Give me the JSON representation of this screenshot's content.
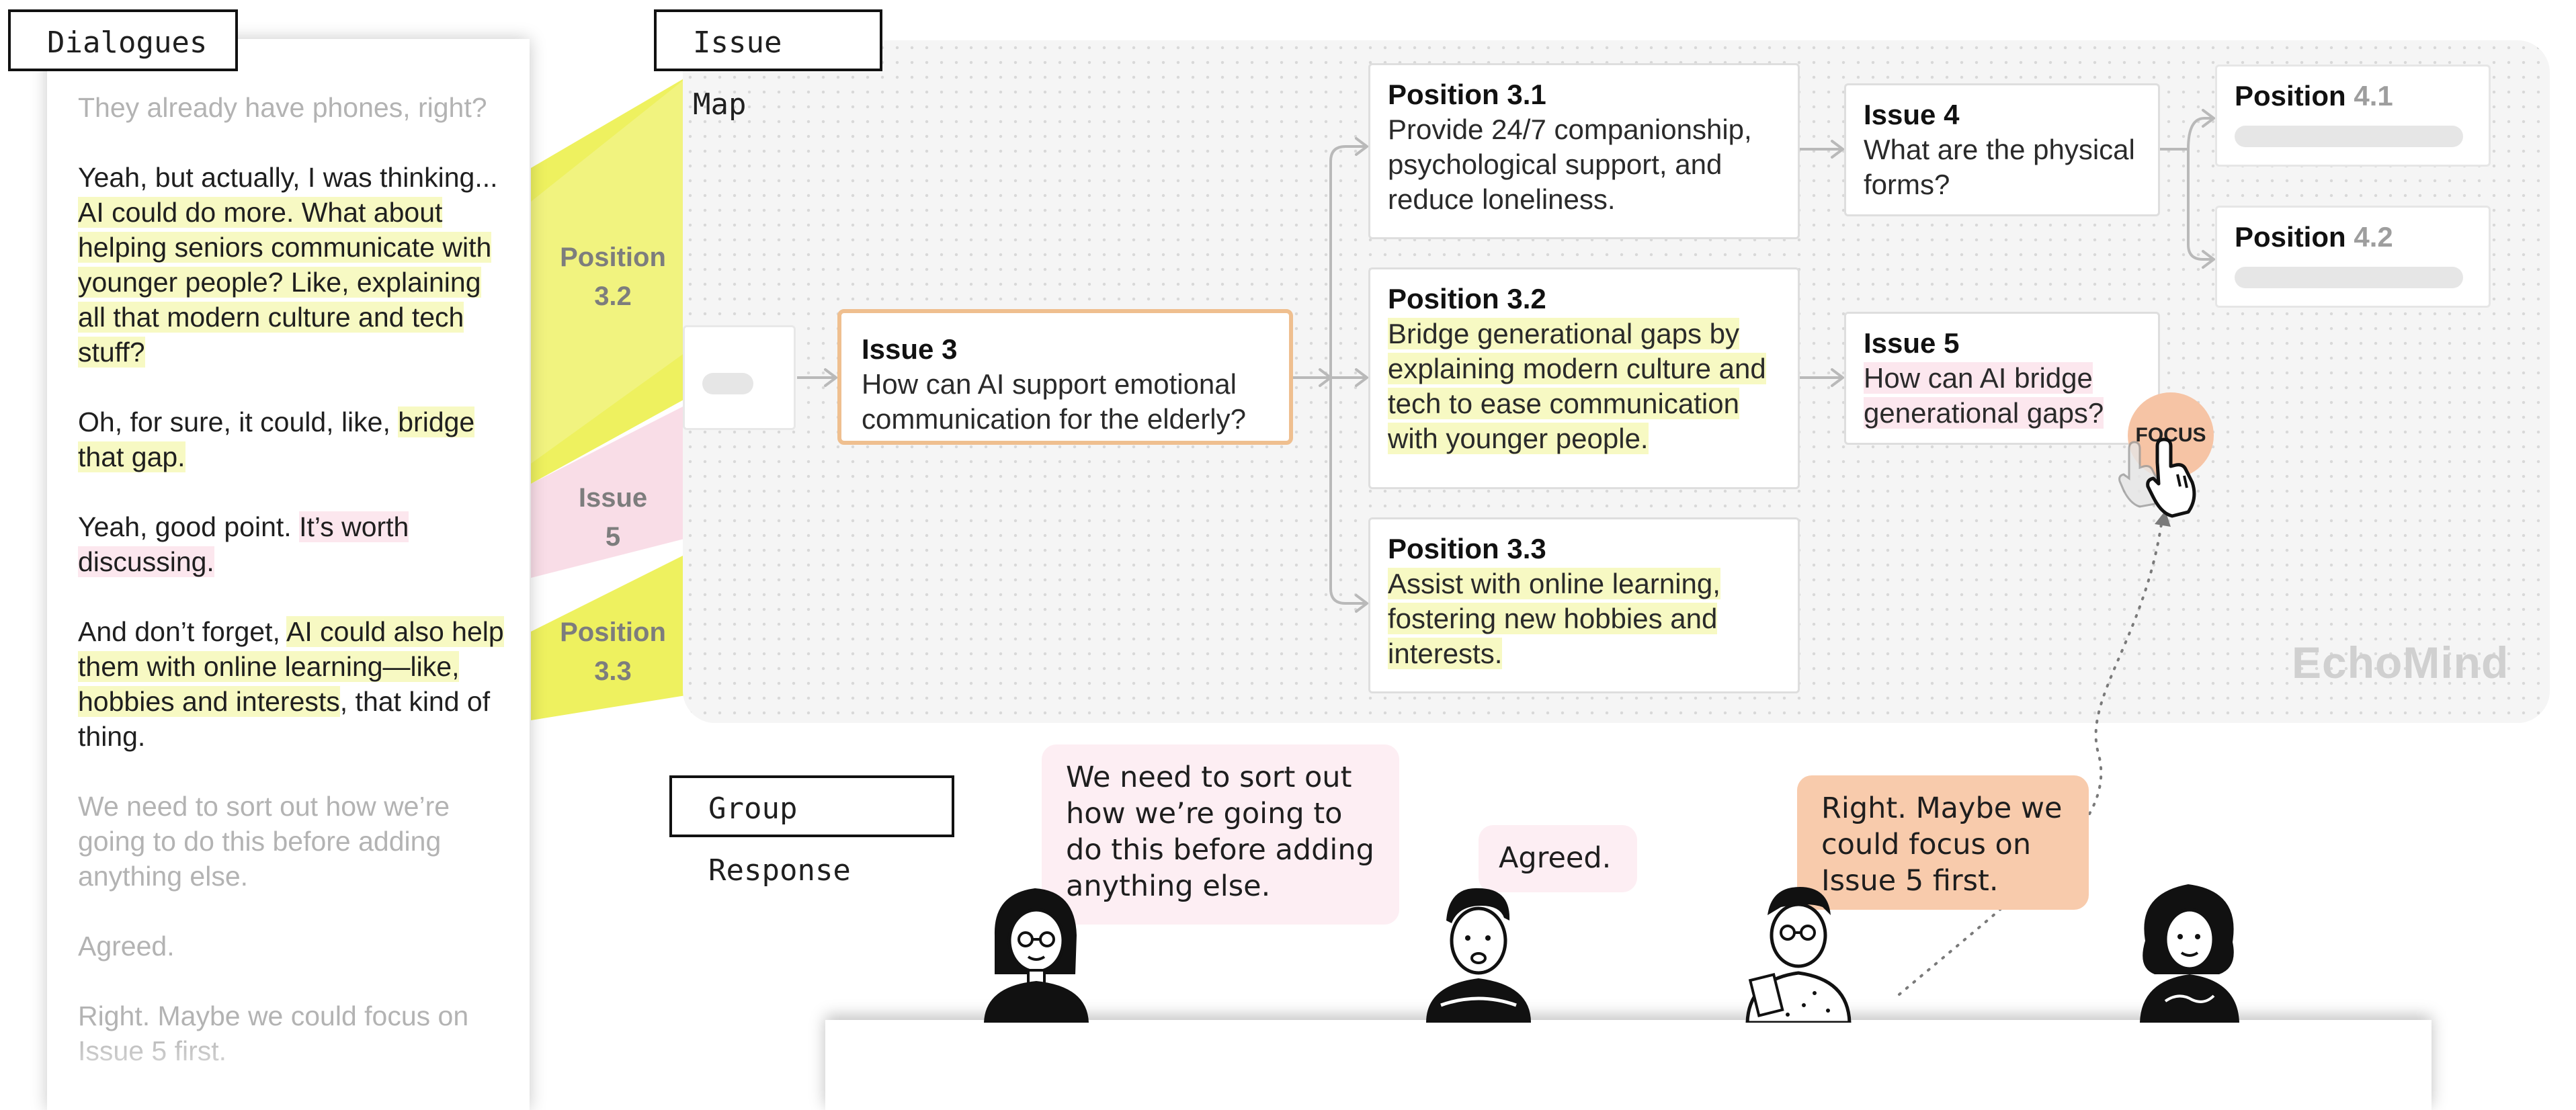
{
  "sections": {
    "dialogues": "Dialogues",
    "issue_map": "Issue Map",
    "group_response": "Group Response"
  },
  "dialogues": [
    {
      "state": "faded",
      "parts": [
        {
          "text": "They already have phones, right?",
          "hl": ""
        }
      ]
    },
    {
      "state": "active",
      "parts": [
        {
          "text": "Yeah, but actually, I was thinking... ",
          "hl": ""
        },
        {
          "text": "AI could do more. What about helping seniors communicate with younger people? Like, explaining all that modern culture and tech stuff?",
          "hl": "yellow"
        }
      ]
    },
    {
      "state": "active",
      "parts": [
        {
          "text": "Oh, for sure, it could, like, ",
          "hl": ""
        },
        {
          "text": "bridge that gap.",
          "hl": "yellow"
        }
      ]
    },
    {
      "state": "active",
      "parts": [
        {
          "text": "Yeah, good point. ",
          "hl": ""
        },
        {
          "text": "It’s worth discussing.",
          "hl": "pink"
        }
      ]
    },
    {
      "state": "active",
      "parts": [
        {
          "text": "And don’t forget, ",
          "hl": ""
        },
        {
          "text": "AI could also help them with online learning—like, hobbies and interests",
          "hl": "yellow"
        },
        {
          "text": ", that kind of thing.",
          "hl": ""
        }
      ]
    },
    {
      "state": "faded",
      "parts": [
        {
          "text": "We need to sort out how we’re going to do this before adding anything else.",
          "hl": ""
        }
      ]
    },
    {
      "state": "faded",
      "parts": [
        {
          "text": "Agreed.",
          "hl": ""
        }
      ]
    },
    {
      "state": "faded",
      "parts": [
        {
          "text": "Right. Maybe we could focus on Issue 5 first.",
          "hl": ""
        }
      ]
    }
  ],
  "fan_labels": {
    "position_3_2": [
      "Position",
      "3.2"
    ],
    "issue_5": [
      "Issue",
      "5"
    ],
    "position_3_3": [
      "Position",
      "3.3"
    ]
  },
  "map": {
    "issue3": {
      "title": "Issue 3",
      "text": "How can AI support emotional communication for the elderly?"
    },
    "pos31": {
      "title": "Position 3.1",
      "text": "Provide 24/7 companionship, psychological support, and reduce loneliness."
    },
    "pos32": {
      "title": "Position 3.2",
      "text": "Bridge generational gaps by explaining modern culture and tech to ease communication with younger people."
    },
    "pos33": {
      "title": "Position 3.3",
      "text": "Assist with online learning, fostering new hobbies and interests."
    },
    "issue4": {
      "title": "Issue 4",
      "text": "What are the physical forms?"
    },
    "issue5": {
      "title": "Issue 5",
      "text": "How can AI bridge generational gaps?"
    },
    "pos41": {
      "title_a": "Position ",
      "title_b": "4.1"
    },
    "pos42": {
      "title_a": "Position ",
      "title_b": "4.2"
    },
    "brand": "EchoMind",
    "focus": "FOCUS"
  },
  "responses": {
    "bubble1": "We need to sort out how we’re going to do this before adding anything else.",
    "bubble2": "Agreed.",
    "bubble3": "Right. Maybe we could focus on Issue 5 first."
  },
  "colors": {
    "highlight_yellow": "#f7f9c3",
    "highlight_pink": "#fce7ee",
    "fan_yellow": "#ecef4e",
    "fan_pink": "#f9dbe6",
    "issue3_border": "#efbf8f",
    "focus_badge": "#f6c4a5"
  }
}
